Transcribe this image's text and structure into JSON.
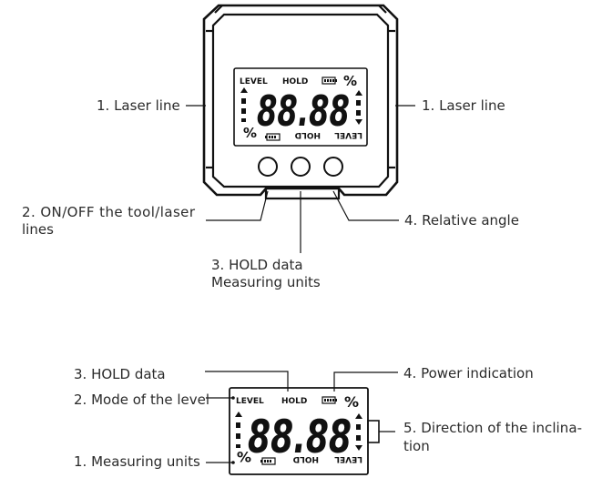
{
  "top_diagram": {
    "callouts": {
      "laser_left": "1. Laser line",
      "laser_right": "1. Laser line",
      "on_off_line1": "2. ON/OFF the tool/laser",
      "on_off_line2": "lines",
      "hold_line1": "3. HOLD data",
      "hold_line2": "Measuring units",
      "relative_angle": "4. Relative angle"
    },
    "display": {
      "level": "LEVEL",
      "hold": "HOLD",
      "percent": "%",
      "digits": "88.88",
      "level_flipped": "LEVEL",
      "hold_flipped": "HOLD",
      "percent_flipped": "%"
    }
  },
  "bottom_diagram": {
    "callouts": {
      "hold_data": "3. HOLD data",
      "mode": "2. Mode of the level",
      "units": "1. Measuring units",
      "power": "4. Power indication",
      "direction_line1": "5. Direction of the inclina-",
      "direction_line2": "tion"
    },
    "display": {
      "level": "LEVEL",
      "hold": "HOLD",
      "percent": "%",
      "digits": "88.88",
      "level_flipped": "LEVEL",
      "hold_flipped": "HOLD",
      "percent_flipped": "%"
    }
  }
}
